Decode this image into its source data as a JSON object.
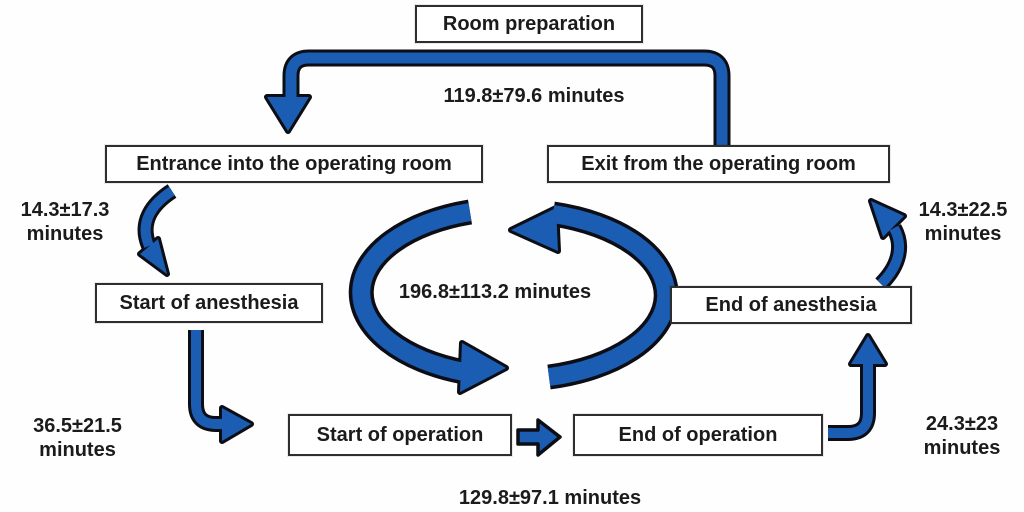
{
  "nodes": {
    "room_preparation": "Room preparation",
    "entrance": "Entrance into the operating room",
    "exit": "Exit from the operating room",
    "start_anesthesia": "Start of anesthesia",
    "end_anesthesia": "End of anesthesia",
    "start_operation": "Start of operation",
    "end_operation": "End of operation"
  },
  "durations": {
    "room_turnover": "119.8±79.6 minutes",
    "anesthesia_cycle": "196.8±113.2 minutes",
    "operation_total": "129.8±97.1 minutes",
    "entrance_to_anesthesia_value": "14.3±17.3",
    "entrance_to_anesthesia_unit": "minutes",
    "anesthesia_to_operation_value": "36.5±21.5",
    "anesthesia_to_operation_unit": "minutes",
    "operation_to_anesthesia_end_value": "24.3±23",
    "operation_to_anesthesia_end_unit": "minutes",
    "anesthesia_end_to_exit_value": "14.3±22.5",
    "anesthesia_end_to_exit_unit": "minutes"
  },
  "colors": {
    "arrow": "#1a5db3",
    "arrow_outline": "#0c0d15",
    "box_border": "#2e2e2e",
    "box_fill": "#ffffff",
    "text": "#1b1b1b",
    "bg": "#fefefe"
  }
}
